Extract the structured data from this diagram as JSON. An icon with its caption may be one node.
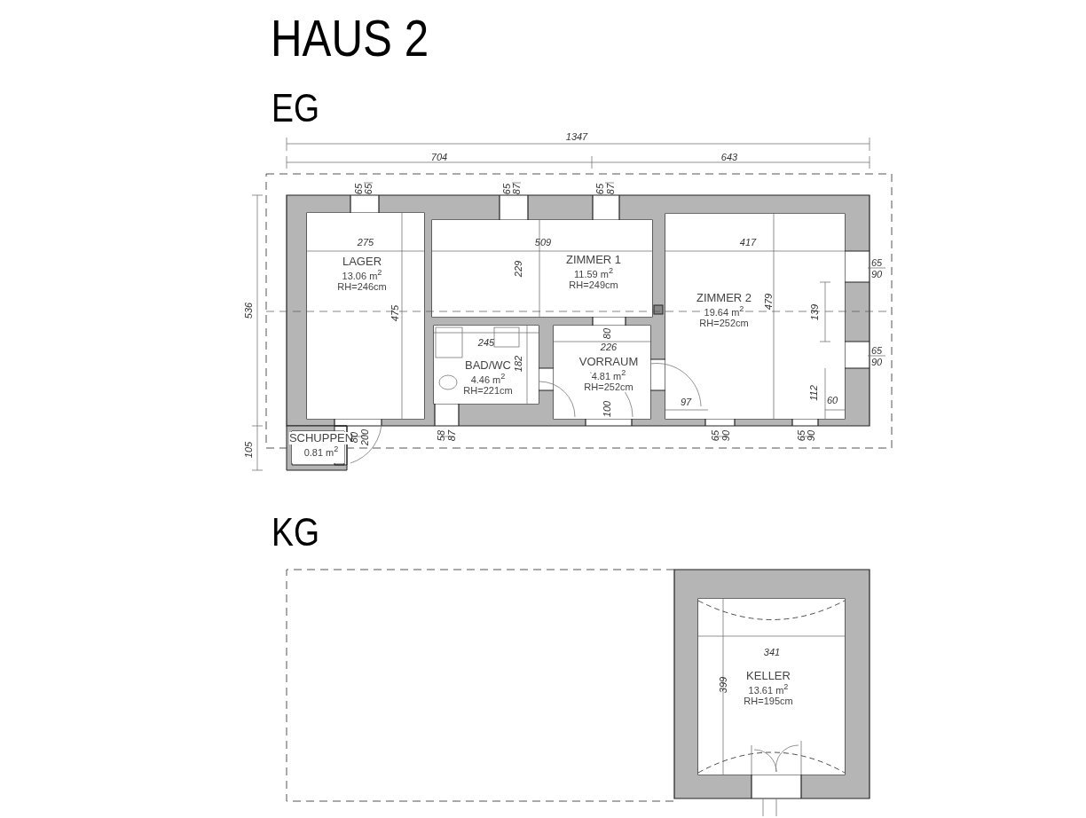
{
  "diagram": {
    "title": "HAUS 2",
    "nodes": [
      {
        "text": [
          "LAGER",
          "13.06 m$^{2}$",
          "RH=246cm"
        ]
      },
      {
        "text": [
          "ZIMMER 1",
          "11.59 m$^{2}$",
          "RH=249cm"
        ]
      },
      {
        "text": [
          "BAD/WC",
          "4.46 m$^{2}$",
          "RH=221cm"
        ]
      },
      {
        "text": [
          "VORRAUM",
          "4.81 m$^{2}$",
          "RH=252cm"
        ]
      },
      {
        "text": [
          "ZIMMER 2",
          "19.64 m$^{2}$",
          "RH=252cm"
        ]
      },
      {
        "text": [
          "SCHUPPEN",
          "0.81 m$^{2}$"
        ]
      },
      {
        "text": [
          "KELLER",
          "13.61 m$^{2}$",
          "RH=195cm"
        ]
      }
    ],
    "edges": [],
    "labels": [
      "EG",
      "1347",
      "704",
      "643",
      "65",
      "65",
      "65",
      "87",
      "65",
      "87",
      "275",
      "509",
      "417",
      "65",
      "90",
      "229",
      "536",
      "475",
      "479",
      "139",
      "80",
      "245",
      "226",
      "65",
      "90",
      "182",
      "100",
      "97",
      "112",
      "60",
      "80",
      "200",
      "58",
      "87",
      "65",
      "90",
      "65",
      "90",
      "105",
      "KG",
      "341",
      "399"
    ]
  }
}
